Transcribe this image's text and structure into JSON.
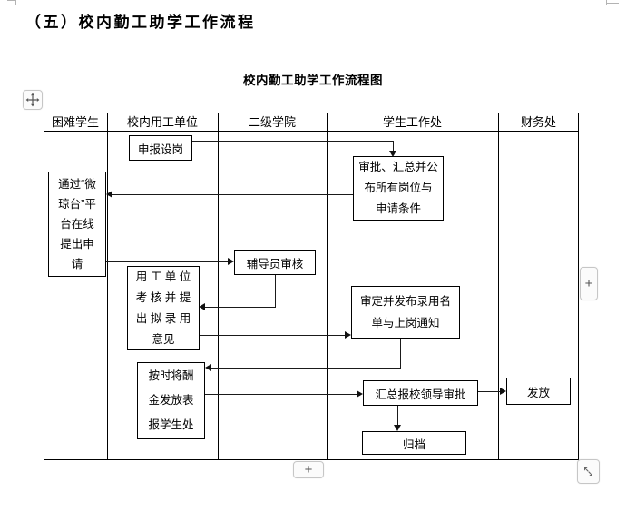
{
  "heading": "（五）校内勤工助学工作流程",
  "diagram": {
    "title": "校内勤工助学工作流程图",
    "columns": [
      "困难学生",
      "校内用工单位",
      "二级学院",
      "学生工作处",
      "财务处"
    ],
    "nodes": {
      "apply_post": "申报设岗",
      "online_apply": [
        "通过“微",
        "琼台”平",
        "台在线",
        "提出申",
        "请"
      ],
      "approve_publish": [
        "审批、汇总并公",
        "布所有岗位与",
        "申请条件"
      ],
      "counselor_review": "辅导员审核",
      "employer_assess": [
        "用 工 单 位",
        "考 核 并 提",
        "出 拟 录 用",
        "意见"
      ],
      "recruit_publish": [
        "审定并发布录用名",
        "单与上岗通知"
      ],
      "pay_form": [
        "按时将酬",
        "金发放表",
        "报学生处"
      ],
      "leader_approve": "汇总报校领导审批",
      "distribute": "发放",
      "archive": "归档"
    },
    "edges": [
      {
        "from": "apply_post",
        "to": "approve_publish"
      },
      {
        "from": "approve_publish",
        "to": "online_apply"
      },
      {
        "from": "online_apply",
        "to": "counselor_review"
      },
      {
        "from": "counselor_review",
        "to": "employer_assess"
      },
      {
        "from": "employer_assess",
        "to": "recruit_publish"
      },
      {
        "from": "recruit_publish",
        "to": "pay_form"
      },
      {
        "from": "pay_form",
        "to": "leader_approve"
      },
      {
        "from": "leader_approve",
        "to": "distribute"
      },
      {
        "from": "leader_approve",
        "to": "archive"
      }
    ]
  },
  "controls": {
    "add_button_label": "+"
  },
  "colors": {
    "line": "#000000",
    "connector": "#1a1a1a",
    "control_border": "#c6c6c6",
    "control_icon": "#555555"
  }
}
